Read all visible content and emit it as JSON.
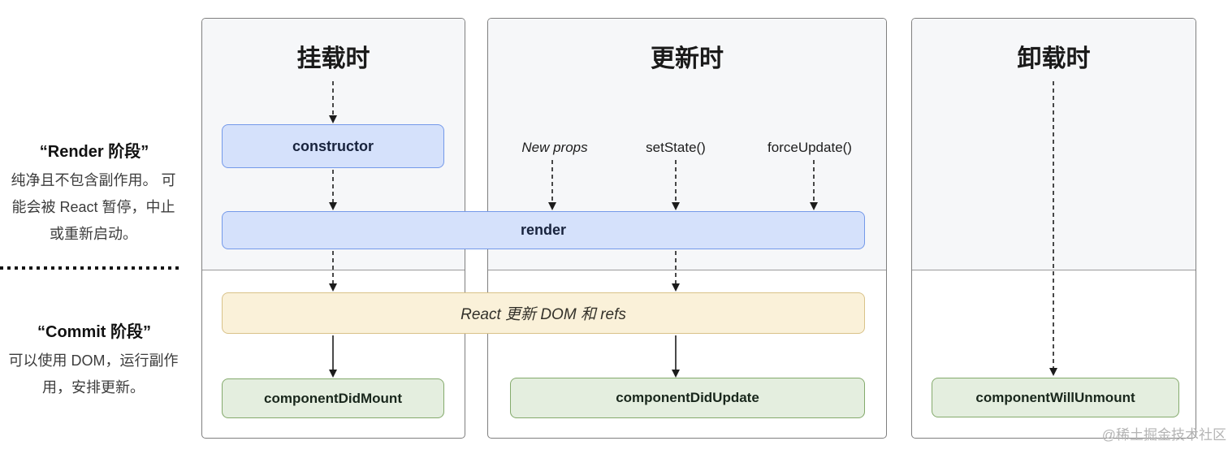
{
  "sidebar": {
    "render_phase": {
      "title": "“Render 阶段”",
      "description": "纯净且不包含副作用。 可能会被 React 暂停，中止或重新启动。"
    },
    "commit_phase": {
      "title": "“Commit 阶段”",
      "description": "可以使用 DOM，运行副作用，安排更新。"
    }
  },
  "columns": {
    "mounting": {
      "title": "挂载时"
    },
    "updating": {
      "title": "更新时",
      "triggers": [
        "New props",
        "setState()",
        "forceUpdate()"
      ]
    },
    "unmounting": {
      "title": "卸载时"
    }
  },
  "boxes": {
    "constructor": "constructor",
    "render": "render",
    "dom_update": "React 更新 DOM 和 refs",
    "did_mount": "componentDidMount",
    "did_update": "componentDidUpdate",
    "will_unmount": "componentWillUnmount"
  },
  "watermark": "@稀土掘金技术社区",
  "colors": {
    "blue_fill": "#d5e1fb",
    "blue_border": "#7499e9",
    "yellow_fill": "#faf1d9",
    "yellow_border": "#d9c289",
    "green_fill": "#e4eedf",
    "green_border": "#84aa6c",
    "column_top_fill": "#f6f7f9",
    "column_border": "#7f7f7f",
    "arrow": "#1c1c1c"
  }
}
